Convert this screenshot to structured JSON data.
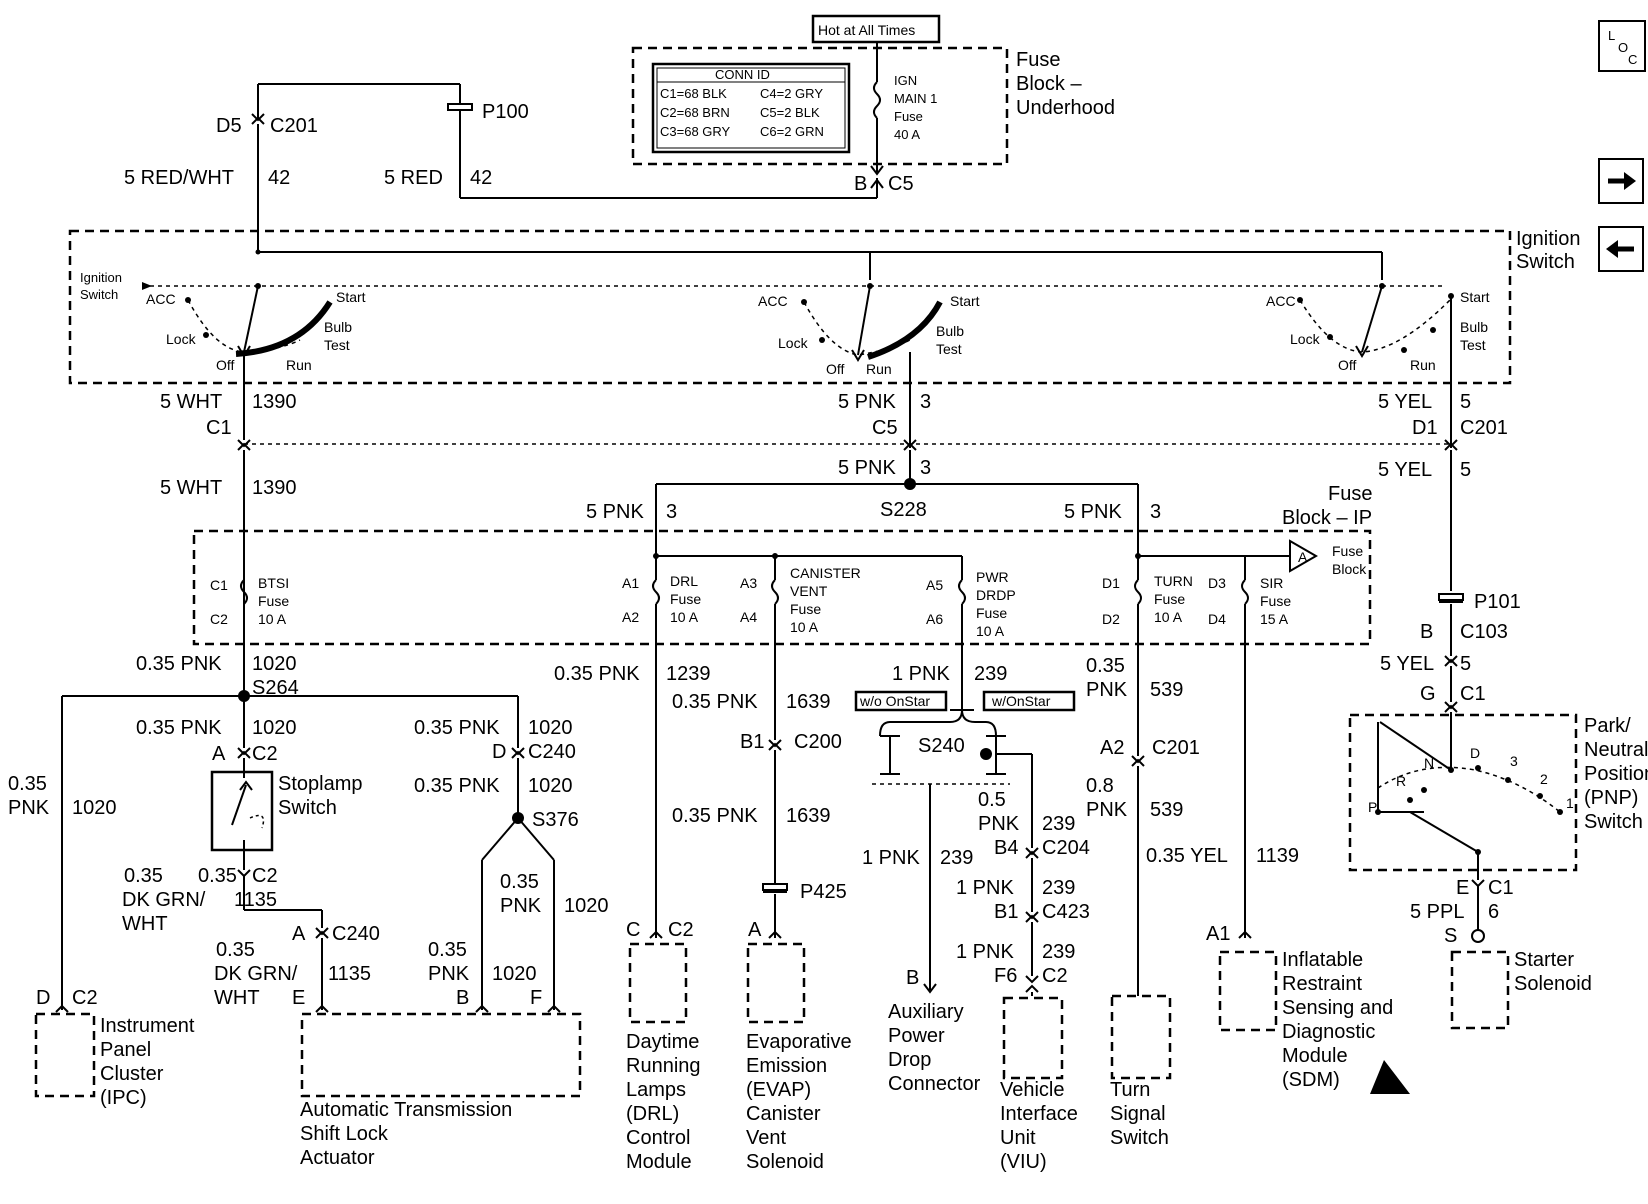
{
  "hot_label": "Hot at All Times",
  "conn_id": {
    "title": "CONN ID",
    "rows": [
      [
        "C1=68 BLK",
        "C4=2 GRY"
      ],
      [
        "C2=68 BRN",
        "C5=2 BLK"
      ],
      [
        "C3=68 GRY",
        "C6=2 GRN"
      ]
    ]
  },
  "ign_main_fuse": [
    "IGN",
    "MAIN 1",
    "Fuse",
    "40 A"
  ],
  "fuse_block_underhood": [
    "Fuse",
    "Block –",
    "Underhood"
  ],
  "ignition_switch": [
    "Ignition",
    "Switch"
  ],
  "ignition_switch_inner": [
    "Ignition",
    "Switch"
  ],
  "switch_positions": {
    "acc": "ACC",
    "lock": "Lock",
    "off": "Off",
    "run": "Run",
    "start": "Start",
    "bulb": "Bulb",
    "test": "Test"
  },
  "fuse_block_ip": [
    "Fuse",
    "Block – IP"
  ],
  "fuse_block_ref": [
    "Fuse",
    "Block"
  ],
  "ref_letter": "A",
  "nav": {
    "loc_top": "L",
    "loc_mid": "O",
    "loc_bot": "C"
  },
  "fuses": {
    "btsi": [
      "BTSI",
      "Fuse",
      "10 A"
    ],
    "drl": [
      "DRL",
      "Fuse",
      "10 A"
    ],
    "canister": [
      "CANISTER",
      "VENT",
      "Fuse",
      "10 A"
    ],
    "pwr_drop": [
      "PWR",
      "DRDP",
      "Fuse",
      "10 A"
    ],
    "turn": [
      "TURN",
      "Fuse",
      "10 A"
    ],
    "sir": [
      "SIR",
      "Fuse",
      "15 A"
    ]
  },
  "pins": {
    "btsi_in": "C1",
    "btsi_out": "C2",
    "drl_in": "A1",
    "drl_out": "A2",
    "can_in": "A3",
    "can_out": "A4",
    "pwr_in": "A5",
    "pwr_out": "A6",
    "turn_in": "D1",
    "turn_out": "D2",
    "sir_in": "D3",
    "sir_out": "D4"
  },
  "splices": {
    "s228": "S228",
    "s264": "S264",
    "s376": "S376",
    "s240": "S240"
  },
  "options": {
    "wo_onstar": "w/o OnStar",
    "w_onstar": "w/OnStar"
  },
  "wires": {
    "red_wht": "5 RED/WHT",
    "red": "5 RED",
    "c42": "42",
    "wht": "5 WHT",
    "c1390": "1390",
    "pnk5": "5 PNK",
    "c3": "3",
    "yel5": "5 YEL",
    "c5": "5",
    "pnk035": "0.35 PNK",
    "c1020": "1020",
    "c1239": "1239",
    "c1639": "1639",
    "pnk1": "1 PNK",
    "c239": "239",
    "pnk05a": "0.5",
    "pnk05b": "PNK",
    "pnk035a": "0.35",
    "pnk035b": "PNK",
    "c539": "539",
    "pnk08": "0.8",
    "yel035": "0.35 YEL",
    "c1139": "1139",
    "dkgrn_a": "0.35",
    "dkgrn_b": "DK GRN/",
    "dkgrn_c": "WHT",
    "c1135": "1135",
    "ppl": "5 PPL",
    "c6": "6"
  },
  "connectors": {
    "d5": "D5",
    "c201": "C201",
    "p100": "P100",
    "b": "B",
    "c5": "C5",
    "c1": "C1",
    "d1": "D1",
    "c2": "C2",
    "a": "A",
    "d": "D",
    "c240": "C240",
    "e": "E",
    "f": "F",
    "b1": "B1",
    "c200": "C200",
    "p425": "P425",
    "a2": "A2",
    "b4": "B4",
    "c204": "C204",
    "c423": "C423",
    "f6": "F6",
    "a1": "A1",
    "p101": "P101",
    "c103": "C103",
    "g": "G",
    "s": "S",
    "c": "C"
  },
  "pnp": {
    "labels": [
      "Park/",
      "Neutral",
      "Position",
      "(PNP)",
      "Switch"
    ],
    "positions": [
      "P",
      "R",
      "N",
      "D",
      "3",
      "2",
      "1"
    ]
  },
  "components": {
    "stoplamp": [
      "Stoplamp",
      "Switch"
    ],
    "ipc": [
      "Instrument",
      "Panel",
      "Cluster",
      "(IPC)"
    ],
    "shift_lock": [
      "Automatic Transmission",
      "Shift Lock",
      "Actuator"
    ],
    "drl": [
      "Daytime",
      "Running",
      "Lamps",
      "(DRL)",
      "Control",
      "Module"
    ],
    "evap": [
      "Evaporative",
      "Emission",
      "(EVAP)",
      "Canister",
      "Vent",
      "Solenoid"
    ],
    "aux": [
      "Auxiliary",
      "Power",
      "Drop",
      "Connector"
    ],
    "viu": [
      "Vehicle",
      "Interface",
      "Unit",
      "(VIU)"
    ],
    "turn": [
      "Turn",
      "Signal",
      "Switch"
    ],
    "sdm": [
      "Inflatable",
      "Restraint",
      "Sensing and",
      "Diagnostic",
      "Module",
      "(SDM)"
    ],
    "starter": [
      "Starter",
      "Solenoid"
    ]
  }
}
